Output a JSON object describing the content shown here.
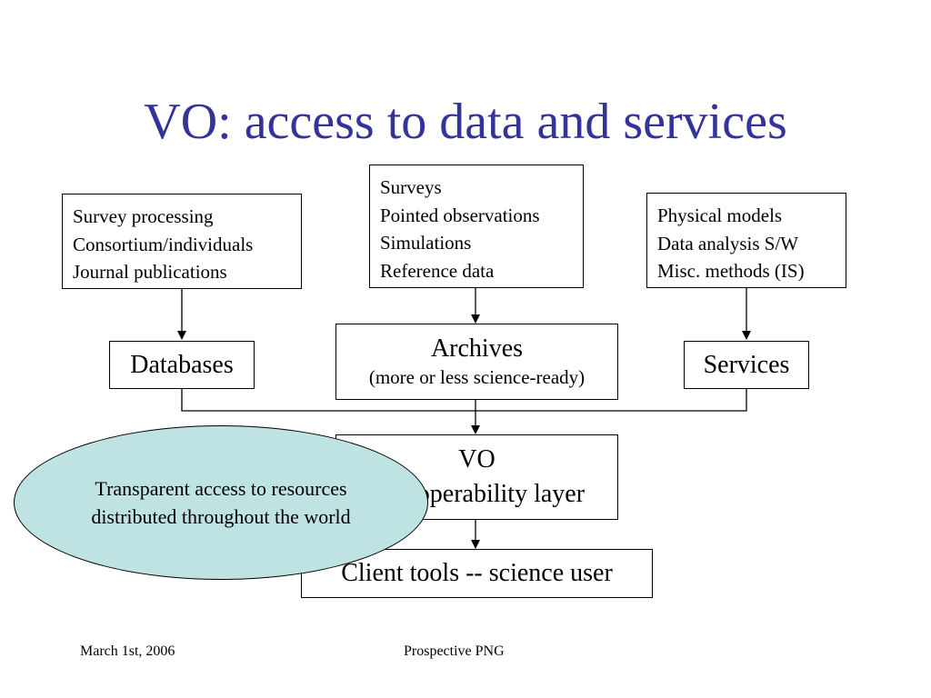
{
  "title": "VO: access to data and services",
  "left_source": {
    "lines": [
      "Survey processing",
      "Consortium/individuals",
      "Journal publications"
    ]
  },
  "middle_source": {
    "lines": [
      "Surveys",
      "Pointed observations",
      "Simulations",
      "Reference data"
    ]
  },
  "right_source": {
    "lines": [
      "Physical models",
      "Data analysis S/W",
      "Misc. methods (IS)"
    ]
  },
  "databases": {
    "label": "Databases"
  },
  "archives": {
    "label": "Archives",
    "sublabel": "(more or less science-ready)"
  },
  "services": {
    "label": "Services"
  },
  "vo_layer": {
    "line1": "VO",
    "line2": "Interoperability layer"
  },
  "client_tools": {
    "label": "Client tools -- science user"
  },
  "callout": {
    "line1": "Transparent access to resources",
    "line2": "distributed throughout the world"
  },
  "footer": {
    "date": "March 1st, 2006",
    "center": "Prospective PNG"
  }
}
